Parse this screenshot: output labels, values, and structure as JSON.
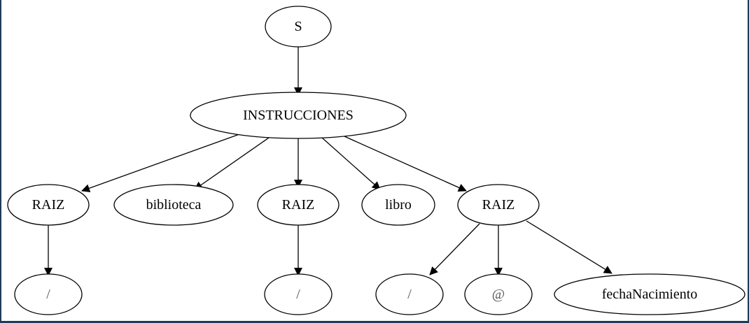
{
  "nodes": {
    "s": "S",
    "instrucciones": "INSTRUCCIONES",
    "raiz_1": "RAIZ",
    "biblioteca": "biblioteca",
    "raiz_2": "RAIZ",
    "libro": "libro",
    "raiz_3": "RAIZ",
    "slash_1": "/",
    "slash_2": "/",
    "slash_3": "/",
    "at": "@",
    "fecha_nacimiento": "fechaNacimiento"
  },
  "colors": {
    "border": "#1f3b57",
    "stroke": "#000000",
    "fill": "#ffffff"
  }
}
